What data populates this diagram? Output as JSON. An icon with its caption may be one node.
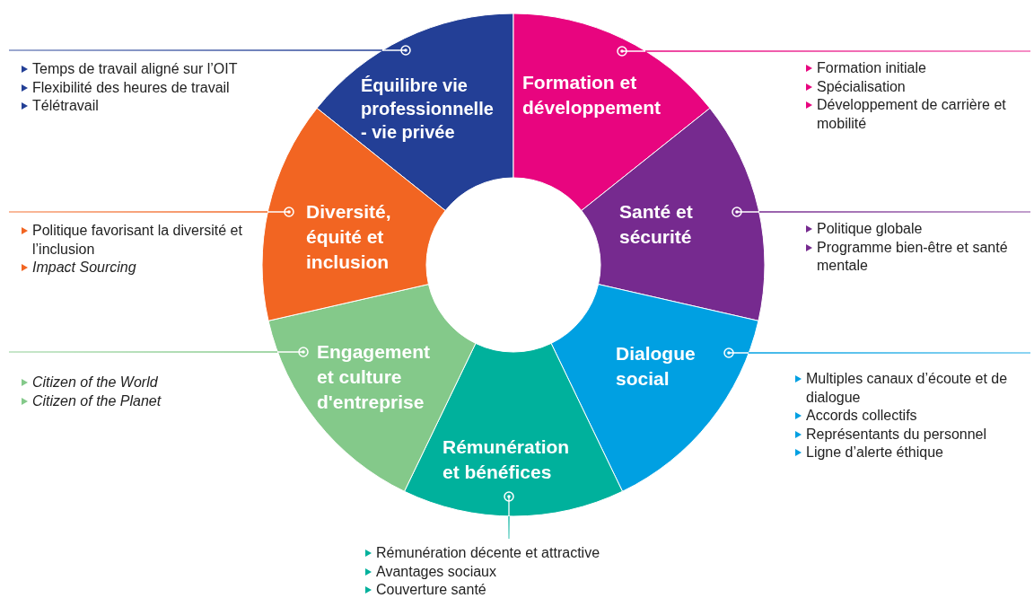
{
  "diagram": {
    "nodes": [
      {
        "text": [
          "Équilibre vie professionnelle - vie privée"
        ]
      },
      {
        "text": [
          "Formation et développement"
        ]
      },
      {
        "text": [
          "Santé et sécurité"
        ]
      },
      {
        "text": [
          "Dialogue social"
        ]
      },
      {
        "text": [
          "Rémunération et bénéfices"
        ]
      },
      {
        "text": [
          "Engagement et culture d'entreprise"
        ]
      },
      {
        "text": [
          "Diversité, équité et inclusion"
        ]
      },
      {
        "text": [
          "Temps de travail aligné sur l’OIT",
          "Flexibilité des heures de travail",
          "Télétravail"
        ]
      },
      {
        "text": [
          "Formation initiale",
          "Spécialisation",
          "Développement de carrière et mobilité"
        ]
      },
      {
        "text": [
          "Politique globale",
          "Programme bien-être et santé mentale"
        ]
      },
      {
        "text": [
          "Multiples canaux d’écoute et de dialogue",
          "Accords collectifs",
          "Représentants du personnel",
          "Ligne d’alerte éthique"
        ]
      },
      {
        "text": [
          "Rémunération décente et attractive",
          "Avantages sociaux",
          "Couverture santé"
        ]
      },
      {
        "text": [
          "Citizen of the World",
          "Citizen of the Planet"
        ]
      },
      {
        "text": [
          "Politique favorisant la diversité et l’inclusion",
          "Impact Sourcing"
        ]
      }
    ],
    "edges": [
      {
        "from": 0,
        "to": 7,
        "arrow": "other",
        "color": "#233f96"
      },
      {
        "from": 1,
        "to": 8,
        "arrow": "other",
        "color": "#e8057f"
      },
      {
        "from": 2,
        "to": 9,
        "arrow": "other",
        "color": "#762a8f"
      },
      {
        "from": 3,
        "to": 10,
        "arrow": "other",
        "color": "#00a0e2"
      },
      {
        "from": 4,
        "to": 11,
        "arrow": "other",
        "color": "#00b19c"
      },
      {
        "from": 5,
        "to": 12,
        "arrow": "other",
        "color": "#84c98a"
      },
      {
        "from": 6,
        "to": 13,
        "arrow": "other",
        "color": "#f26522"
      }
    ]
  }
}
